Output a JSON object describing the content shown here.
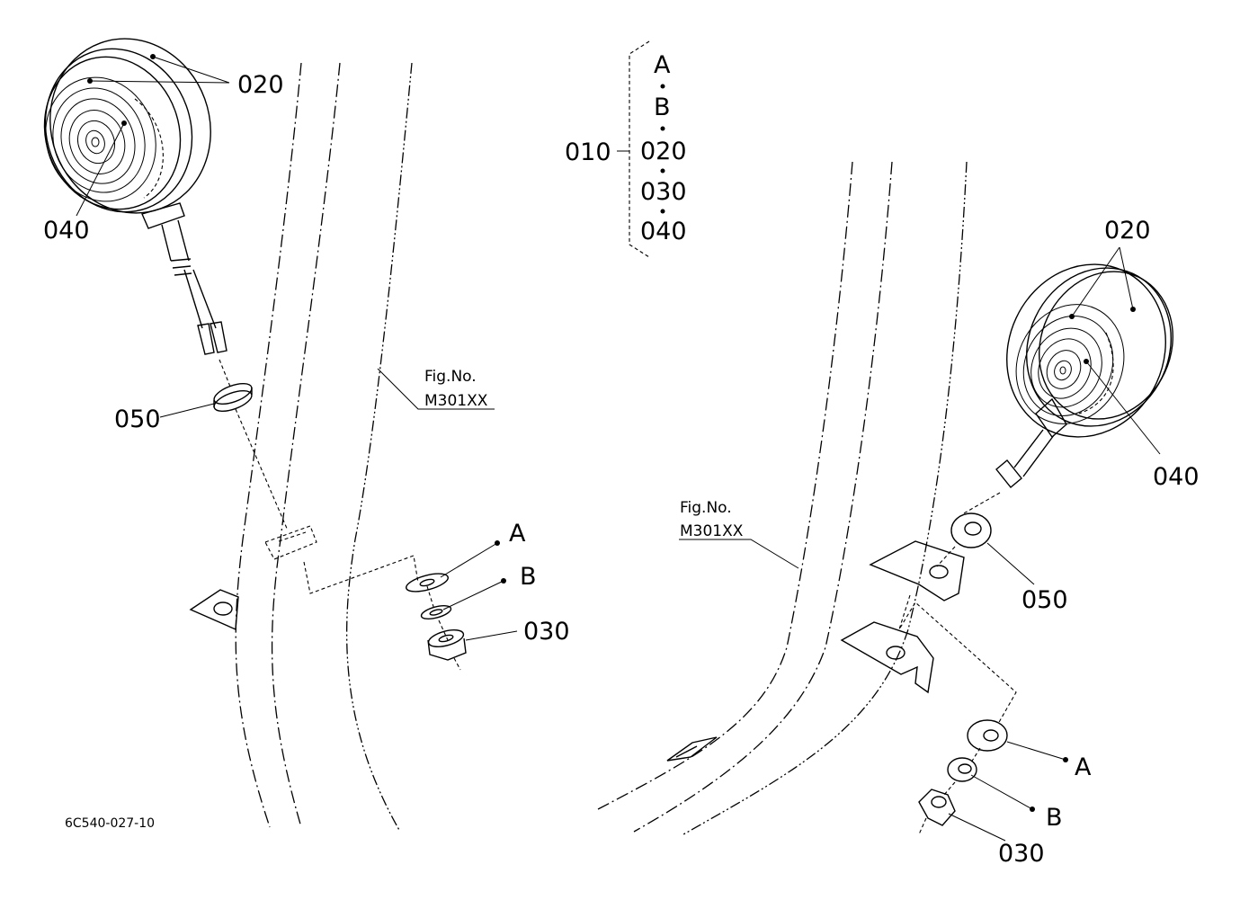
{
  "callouts": {
    "left_020": "020",
    "left_040": "040",
    "left_050": "050",
    "left_030": "030",
    "left_A": "A",
    "left_B": "B",
    "right_020": "020",
    "right_040": "040",
    "right_050": "050",
    "right_030": "030",
    "right_A": "A",
    "right_B": "B"
  },
  "assembly": {
    "parent": "010",
    "members": [
      "A",
      "B",
      "020",
      "030",
      "040"
    ]
  },
  "figure_refs": {
    "left": {
      "line1": "Fig.No.",
      "line2": "M301XX"
    },
    "right": {
      "line1": "Fig.No.",
      "line2": "M301XX"
    }
  },
  "drawing_number": "6C540-027-10"
}
